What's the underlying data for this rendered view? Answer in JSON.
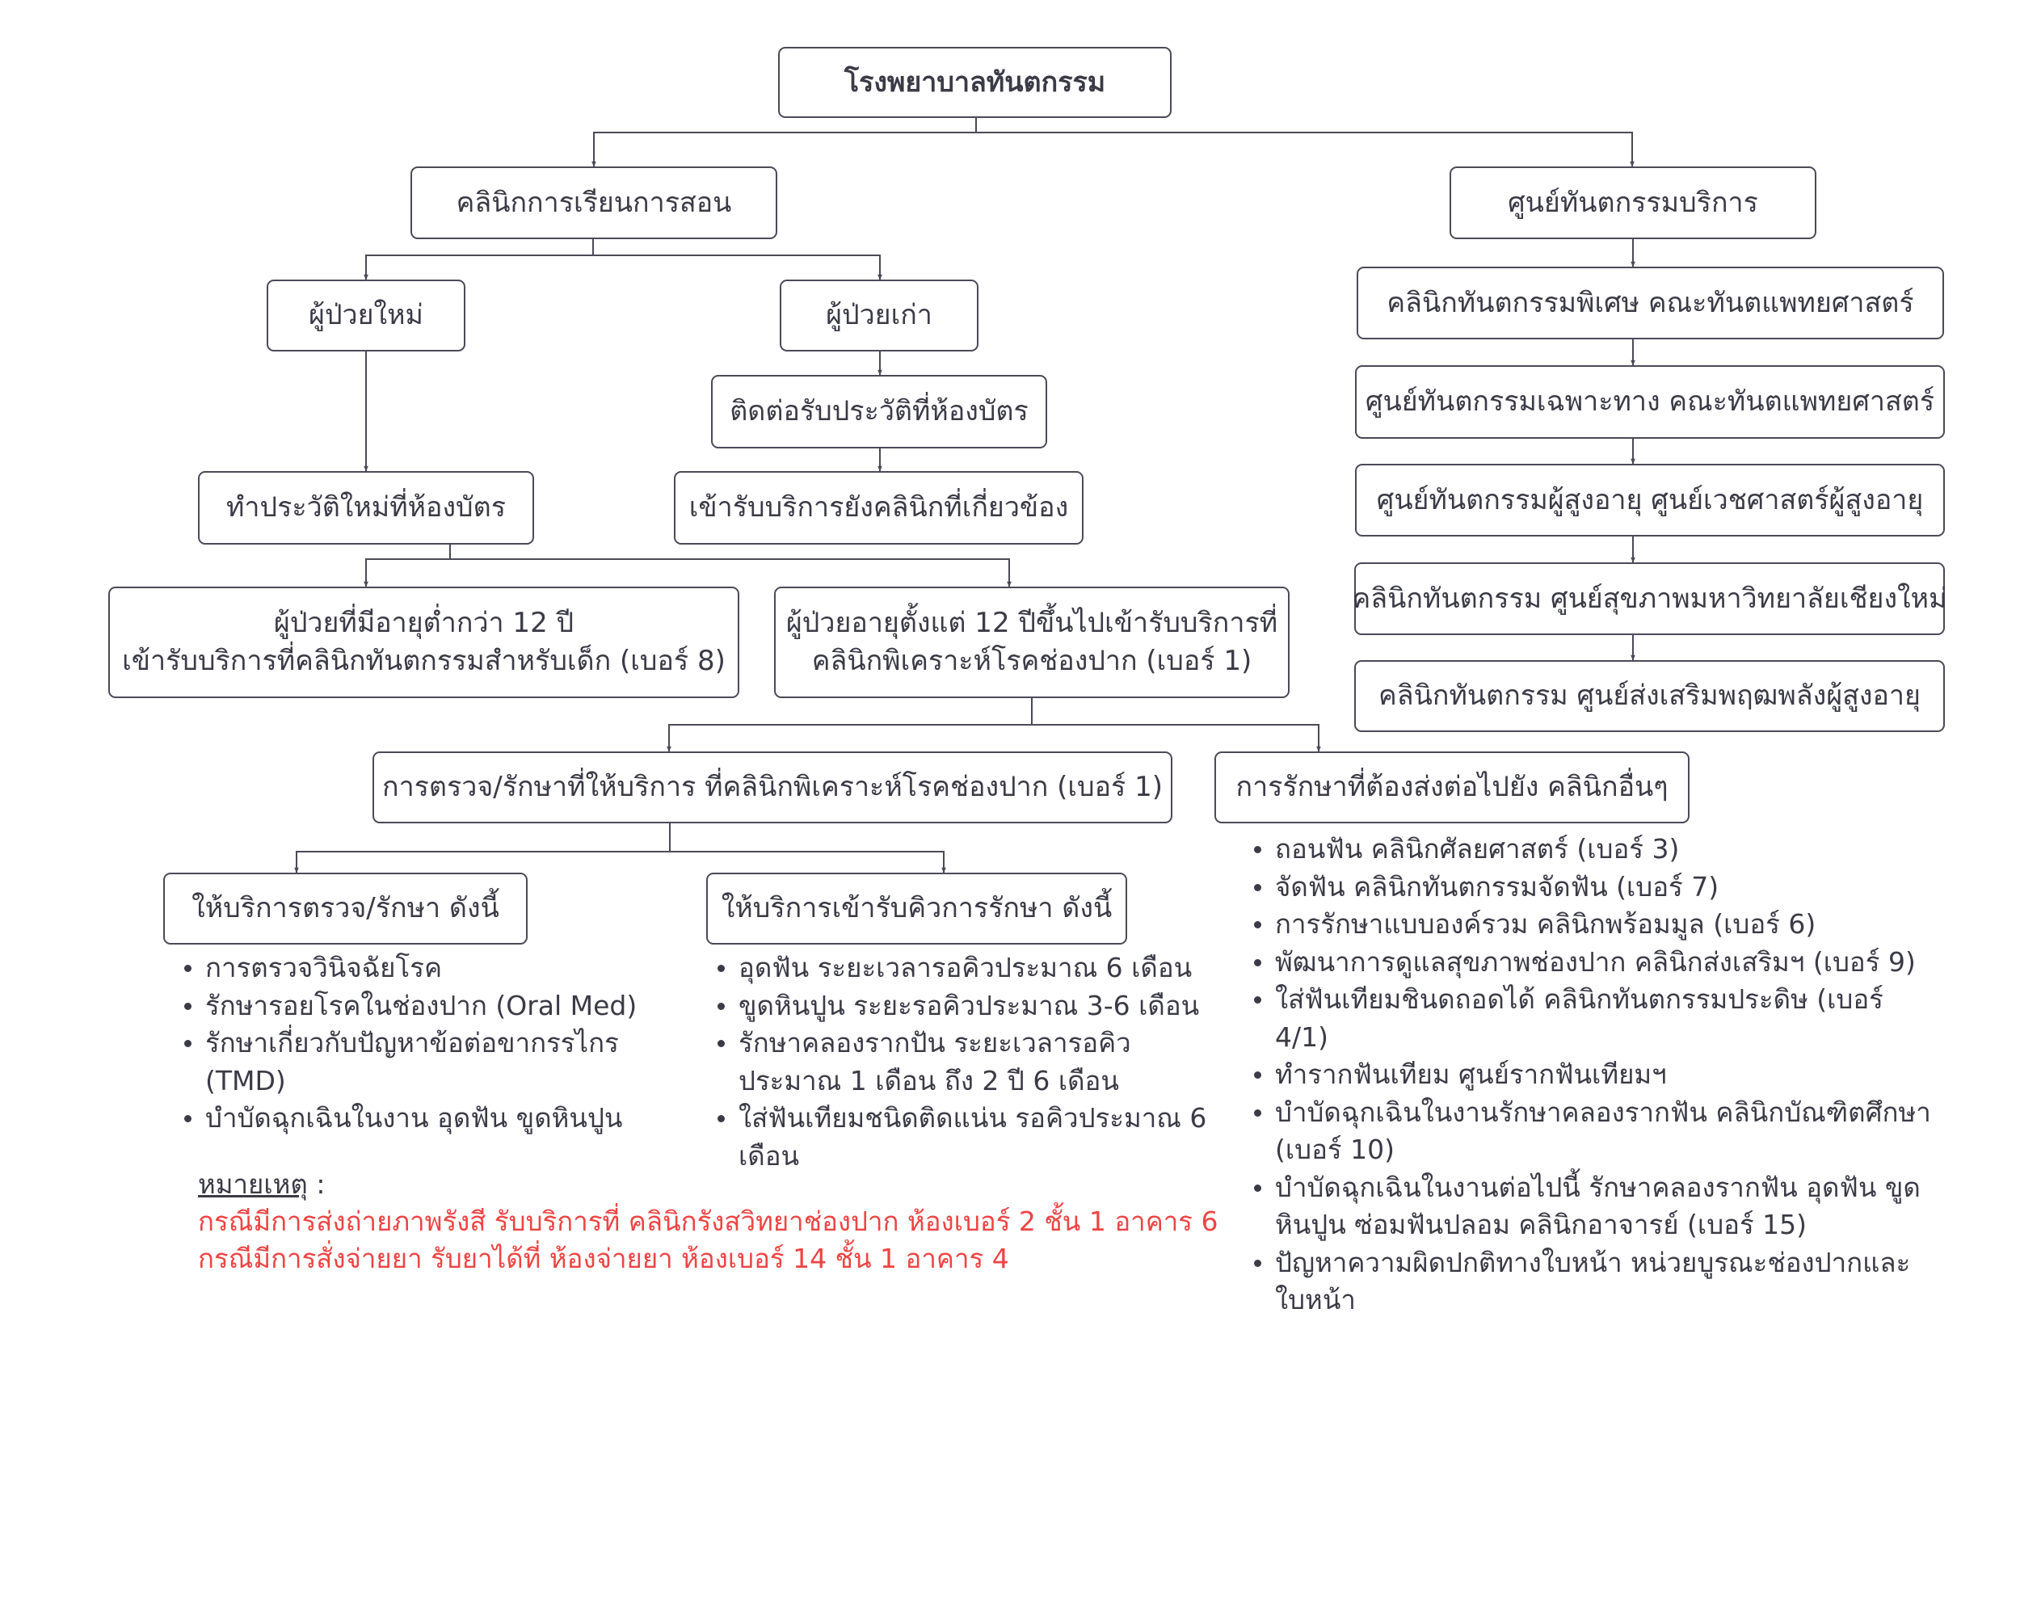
{
  "nodes": {
    "root": "โรงพยาบาลทันตกรรม",
    "teaching": "คลินิกการเรียนการสอน",
    "service": "ศูนย์ทันตกรรมบริการ",
    "new_patient": "ผู้ป่วยใหม่",
    "old_patient": "ผู้ป่วยเก่า",
    "old_contact": "ติดต่อรับประวัติที่ห้องบัตร",
    "old_clinic": "เข้ารับบริการยังคลินิกที่เกี่ยวข้อง",
    "new_record": "ทำประวัติใหม่ที่ห้องบัตร",
    "child_line1": "ผู้ป่วยที่มีอายุต่ำกว่า 12 ปี",
    "child_line2": "เข้ารับบริการที่คลินิกทันตกรรมสำหรับเด็ก (เบอร์ 8)",
    "adult_line1": "ผู้ป่วยอายุตั้งแต่ 12 ปีขึ้นไปเข้ารับบริการที่",
    "adult_line2": "คลินิกพิเคราะห์โรคช่องปาก (เบอร์ 1)",
    "exam_clinic": "การตรวจ/รักษาที่ให้บริการ ที่คลินิกพิเคราะห์โรคช่องปาก (เบอร์ 1)",
    "referral": "การรักษาที่ต้องส่งต่อไปยัง คลินิกอื่นๆ",
    "provide_exam": "ให้บริการตรวจ/รักษา ดังนี้",
    "provide_queue": "ให้บริการเข้ารับคิวการรักษา ดังนี้",
    "service_1": "คลินิกทันตกรรมพิเศษ คณะทันตแพทยศาสตร์",
    "service_2": "ศูนย์ทันตกรรมเฉพาะทาง คณะทันตแพทยศาสตร์",
    "service_3": "ศูนย์ทันตกรรมผู้สูงอายุ ศูนย์เวชศาสตร์ผู้สูงอายุ",
    "service_4": "คลินิกทันตกรรม ศูนย์สุขภาพมหาวิทยาลัยเชียงใหม่",
    "service_5": "คลินิกทันตกรรม ศูนย์ส่งเสริมพฤฒพลังผู้สูงอายุ"
  },
  "lists": {
    "exam_items": [
      "การตรวจวินิจฉัยโรค",
      "รักษารอยโรคในช่องปาก (Oral Med)",
      "รักษาเกี่ยวกับปัญหาข้อต่อขากรรไกร (TMD)",
      "บำบัดฉุกเฉินในงาน อุดฟัน ขูดหินปูน"
    ],
    "queue_items": [
      "อุดฟัน ระยะเวลารอคิวประมาณ 6 เดือน",
      "ขูดหินปูน ระยะรอคิวประมาณ 3-6 เดือน",
      "รักษาคลองรากปัน ระยะเวลารอคิวประมาณ 1 เดือน ถึง 2 ปี 6 เดือน",
      "ใส่ฟันเทียมชนิดติดแน่น รอคิวประมาณ 6 เดือน"
    ],
    "referral_items": [
      "ถอนฟัน คลินิกศัลยศาสตร์ (เบอร์ 3)",
      "จัดฟัน คลินิกทันตกรรมจัดฟัน (เบอร์ 7)",
      "การรักษาแบบองค์รวม คลินิกพร้อมมูล (เบอร์ 6)",
      "พัฒนาการดูแลสุขภาพช่องปาก คลินิกส่งเสริมฯ (เบอร์ 9)",
      "ใส่ฟันเทียมชินดถอดได้ คลินิกทันตกรรมประดิษ (เบอร์ 4/1)",
      "ทำรากฟันเทียม ศูนย์รากฟันเทียมฯ",
      "บำบัดฉุกเฉินในงานรักษาคลองรากฟัน คลินิกบัณฑิตศึกษา (เบอร์ 10)",
      "บำบัดฉุกเฉินในงานต่อไปนี้ รักษาคลองรากฟัน อุดฟัน ขูดหินปูน ซ่อมฟันปลอม คลินิกอาจารย์ (เบอร์ 15)",
      "ปัญหาความผิดปกติทางใบหน้า หน่วยบูรณะช่องปากและใบหน้า"
    ]
  },
  "note": {
    "title": "หมายเหตุ",
    "colon": " :",
    "line1": "กรณีมีการส่งถ่ายภาพรังสี รับบริการที่ คลินิกรังสวิทยาช่องปาก ห้องเบอร์ 2 ชั้น 1 อาคาร 6",
    "line2": "กรณีมีการสั่งจ่ายยา รับยาได้ที่ ห้องจ่ายยา ห้องเบอร์ 14 ชั้น 1 อาคาร 4"
  },
  "colors": {
    "line": "#4a4a58",
    "text": "#3b3b47",
    "note_red": "#ee4444"
  }
}
